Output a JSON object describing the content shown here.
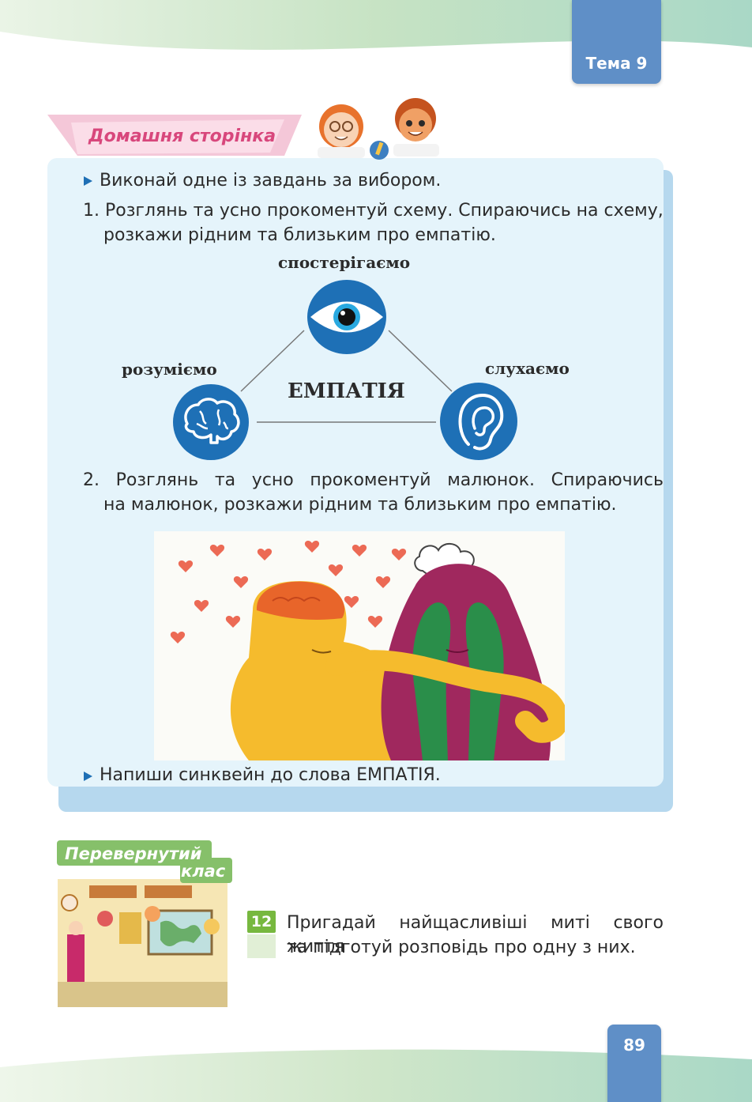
{
  "header": {
    "topic_label": "Тема 9"
  },
  "home_section": {
    "banner_title": "Домашня сторінка",
    "intro": "Виконай одне із завдань за вибором.",
    "task1": {
      "line1": "1. Розглянь та усно прокоментуй схему. Спираючись на схему,",
      "line2": "розкажи рідним та близьким про емпатію."
    },
    "diagram": {
      "center": "ЕМПАТІЯ",
      "top": "спостерігаємо",
      "left": "розуміємо",
      "right": "слухаємо"
    },
    "task2": {
      "line1": "2. Розглянь та усно прокоментуй малюнок. Спираючись",
      "line2": "на малюнок, розкажи рідним та близьким про емпатію."
    },
    "final_note": "Напиши синквейн до слова ЕМПАТІЯ."
  },
  "flipped_class": {
    "label_line1": "Перевернутий",
    "label_line2": "клас",
    "task_number": "12",
    "task_line1": "Пригадай найщасливіші миті свого життя",
    "task_line2": "та підготуй розповідь про одну з них."
  },
  "footer": {
    "page_number": "89"
  }
}
